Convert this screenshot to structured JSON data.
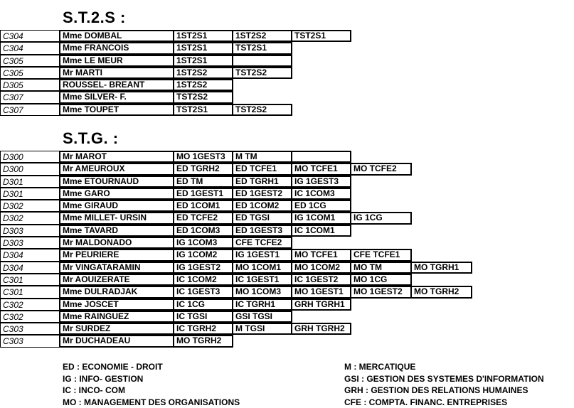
{
  "sections": [
    {
      "title": "S.T.2.S :",
      "rows": [
        {
          "room": "C304",
          "name": "Mme DOMBAL",
          "classes": [
            "1ST2S1",
            "1ST2S2",
            "TST2S1"
          ]
        },
        {
          "room": "C304",
          "name": "Mme FRANCOIS",
          "classes": [
            "1ST2S1",
            "TST2S1"
          ]
        },
        {
          "room": "C305",
          "name": "Mme LE MEUR",
          "classes": [
            "1ST2S1",
            ""
          ]
        },
        {
          "room": "C305",
          "name": "Mr MARTI",
          "classes": [
            "1ST2S2",
            "TST2S2"
          ]
        },
        {
          "room": "D305",
          "name": "ROUSSEL- BREANT",
          "classes": [
            "1ST2S2"
          ]
        },
        {
          "room": "C307",
          "name": "Mme SILVER- F.",
          "classes": [
            "TST2S2"
          ]
        },
        {
          "room": "C307",
          "name": "Mme TOUPET",
          "classes": [
            "TST2S1",
            "TST2S2"
          ]
        }
      ]
    },
    {
      "title": "S.T.G. :",
      "rows": [
        {
          "room": "D300",
          "name": "Mr MAROT",
          "classes": [
            "MO 1GEST3",
            "M TM",
            ""
          ]
        },
        {
          "room": "D300",
          "name": "Mr AMEUROUX",
          "classes": [
            "ED TGRH2",
            "ED TCFE1",
            "MO TCFE1",
            "MO TCFE2"
          ]
        },
        {
          "room": "D301",
          "name": "Mme ETOURNAUD",
          "classes": [
            "ED TM",
            "ED TGRH1",
            "IG 1GEST3"
          ]
        },
        {
          "room": "D301",
          "name": "Mme GARO",
          "classes": [
            "ED 1GEST1",
            "ED 1GEST2",
            "IC 1COM3"
          ]
        },
        {
          "room": "D302",
          "name": "Mme GIRAUD",
          "classes": [
            "ED 1COM1",
            "ED 1COM2",
            "ED 1CG"
          ]
        },
        {
          "room": "D302",
          "name": "Mme MILLET- URSIN",
          "classes": [
            "ED TCFE2",
            "ED TGSI",
            "IG 1COM1",
            "IG 1CG"
          ]
        },
        {
          "room": "D303",
          "name": "Mme TAVARD",
          "classes": [
            "ED 1COM3",
            "ED 1GEST3",
            "IC 1COM1"
          ]
        },
        {
          "room": "D303",
          "name": "Mr MALDONADO",
          "classes": [
            "IG 1COM3",
            "CFE TCFE2"
          ]
        },
        {
          "room": "D304",
          "name": "Mr PEURIERE",
          "classes": [
            "IG 1COM2",
            "IG 1GEST1",
            "MO TCFE1",
            "CFE TCFE1"
          ]
        },
        {
          "room": "D304",
          "name": "Mr VINGATARAMIN",
          "classes": [
            "IG 1GEST2",
            "MO 1COM1",
            "MO 1COM2",
            "MO TM",
            "MO TGRH1"
          ]
        },
        {
          "room": "C301",
          "name": "Mr AOUIZERATE",
          "classes": [
            "IC 1COM2",
            "IC 1GEST1",
            "IC 1GEST2",
            "MO 1CG"
          ]
        },
        {
          "room": "C301",
          "name": "Mme DULRADJAK",
          "classes": [
            "IC 1GEST3",
            "MO 1COM3",
            "MO 1GEST1",
            "MO 1GEST2",
            "MO TGRH2"
          ]
        },
        {
          "room": "C302",
          "name": "Mme JOSCET",
          "classes": [
            "IC 1CG",
            "IC TGRH1",
            "GRH TGRH1"
          ]
        },
        {
          "room": "C302",
          "name": "Mme RAINGUEZ",
          "classes": [
            "IC TGSI",
            "GSI TGSI"
          ]
        },
        {
          "room": "C303",
          "name": "Mr SURDEZ",
          "classes": [
            "IC TGRH2",
            "M TGSI",
            "GRH TGRH2"
          ]
        },
        {
          "room": "C303",
          "name": "Mr DUCHADEAU",
          "classes": [
            "MO TGRH2"
          ]
        }
      ]
    }
  ],
  "legend_left": [
    "ED : ECONOMIE - DROIT",
    "IG : INFO- GESTION",
    "IC : INCO- COM",
    "MO : MANAGEMENT DES ORGANISATIONS"
  ],
  "legend_right": [
    "M : MERCATIQUE",
    "GSI : GESTION DES SYSTEMES D'INFORMATION",
    "GRH : GESTION DES RELATIONS HUMAINES",
    "CFE : COMPTA. FINANC. ENTREPRISES"
  ]
}
